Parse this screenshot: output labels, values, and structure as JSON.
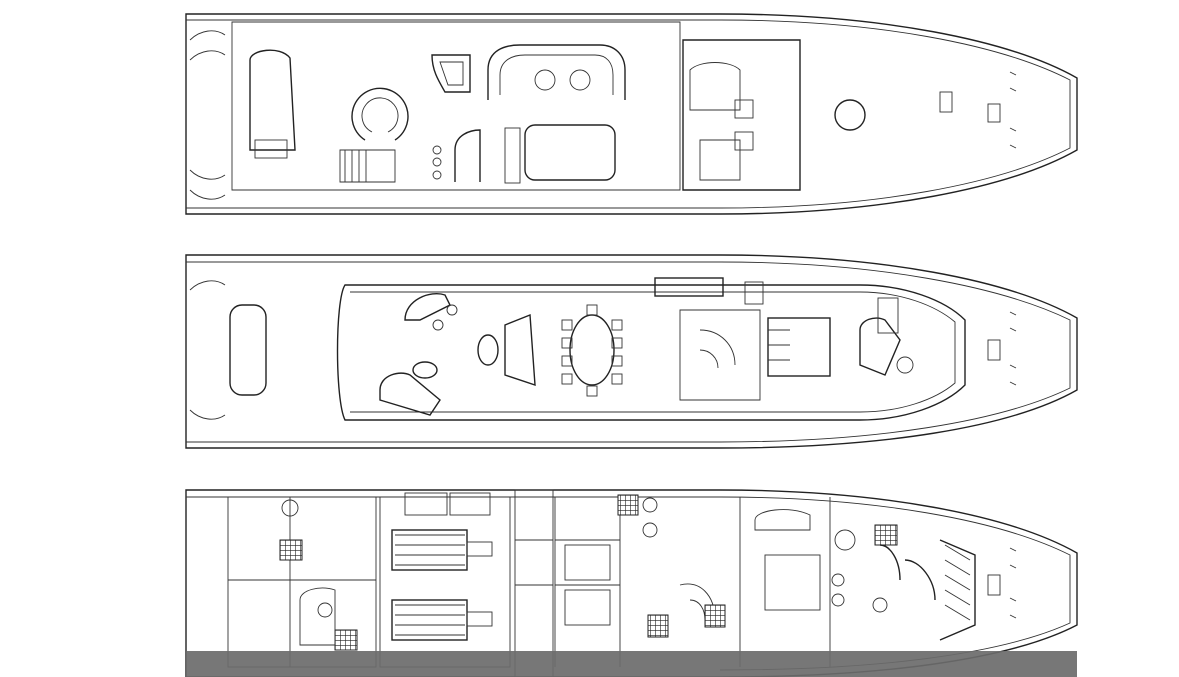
{
  "colors": {
    "background": "#ffffff",
    "ink": "#222222",
    "bottom_bar": "#6b6b6b"
  },
  "decks": [
    {
      "id": "upper-deck"
    },
    {
      "id": "main-deck"
    },
    {
      "id": "lower-deck"
    }
  ]
}
